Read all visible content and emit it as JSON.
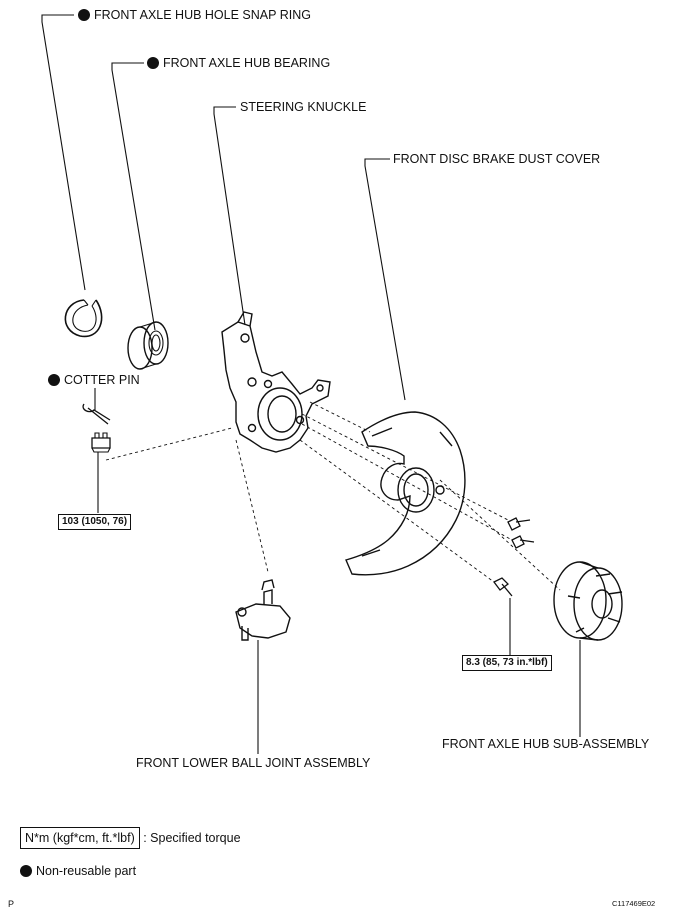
{
  "parts": {
    "snap_ring": "FRONT AXLE HUB HOLE SNAP RING",
    "hub_bearing": "FRONT AXLE HUB BEARING",
    "steering_knuckle": "STEERING KNUCKLE",
    "dust_cover": "FRONT DISC BRAKE DUST COVER",
    "cotter_pin": "COTTER PIN",
    "ball_joint": "FRONT LOWER BALL JOINT ASSEMBLY",
    "hub_sub_assembly": "FRONT AXLE HUB SUB-ASSEMBLY"
  },
  "torques": {
    "castle_nut": "103 (1050, 76)",
    "cover_bolts": "8.3 (85, 73 in.*lbf)"
  },
  "legend": {
    "torque_unit": "N*m (kgf*cm, ft.*lbf)",
    "torque_desc": ": Specified torque",
    "non_reusable": "Non-reusable part"
  },
  "footer": {
    "left_code": "P",
    "right_code": "C117469E02"
  },
  "icons": {
    "non_reusable_marker": "filled-circle"
  }
}
